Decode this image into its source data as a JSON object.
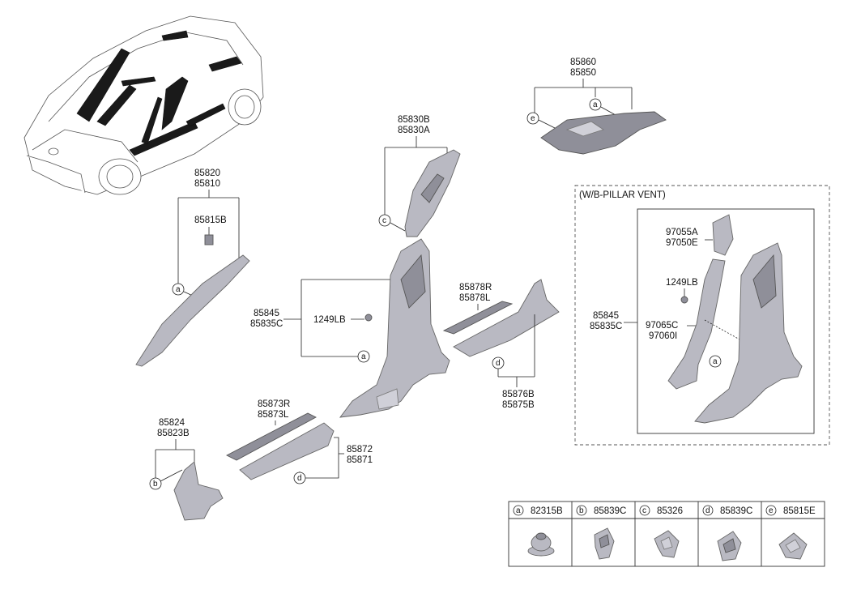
{
  "labels": {
    "p85860": "85860",
    "p85850": "85850",
    "p85830b": "85830B",
    "p85830a": "85830A",
    "p85820": "85820",
    "p85810": "85810",
    "p85815b": "85815B",
    "p85845": "85845",
    "p85835c": "85835C",
    "p1249lb": "1249LB",
    "p85878r": "85878R",
    "p85878l": "85878L",
    "p85876b": "85876B",
    "p85875b": "85875B",
    "p85873r": "85873R",
    "p85873l": "85873L",
    "p85872": "85872",
    "p85871": "85871",
    "p85824": "85824",
    "p85823b": "85823B"
  },
  "vent": {
    "title": "(W/B-PILLAR VENT)",
    "p97055a": "97055A",
    "p97050e": "97050E",
    "p1249lb": "1249LB",
    "p85845": "85845",
    "p85835c": "85835C",
    "p97065c": "97065C",
    "p97060i": "97060I"
  },
  "callouts": {
    "a": "a",
    "b": "b",
    "c": "c",
    "d": "d",
    "e": "e"
  },
  "legend": [
    {
      "letter": "a",
      "part": "82315B"
    },
    {
      "letter": "b",
      "part": "85839C"
    },
    {
      "letter": "c",
      "part": "85326"
    },
    {
      "letter": "d",
      "part": "85839C"
    },
    {
      "letter": "e",
      "part": "85815E"
    }
  ]
}
